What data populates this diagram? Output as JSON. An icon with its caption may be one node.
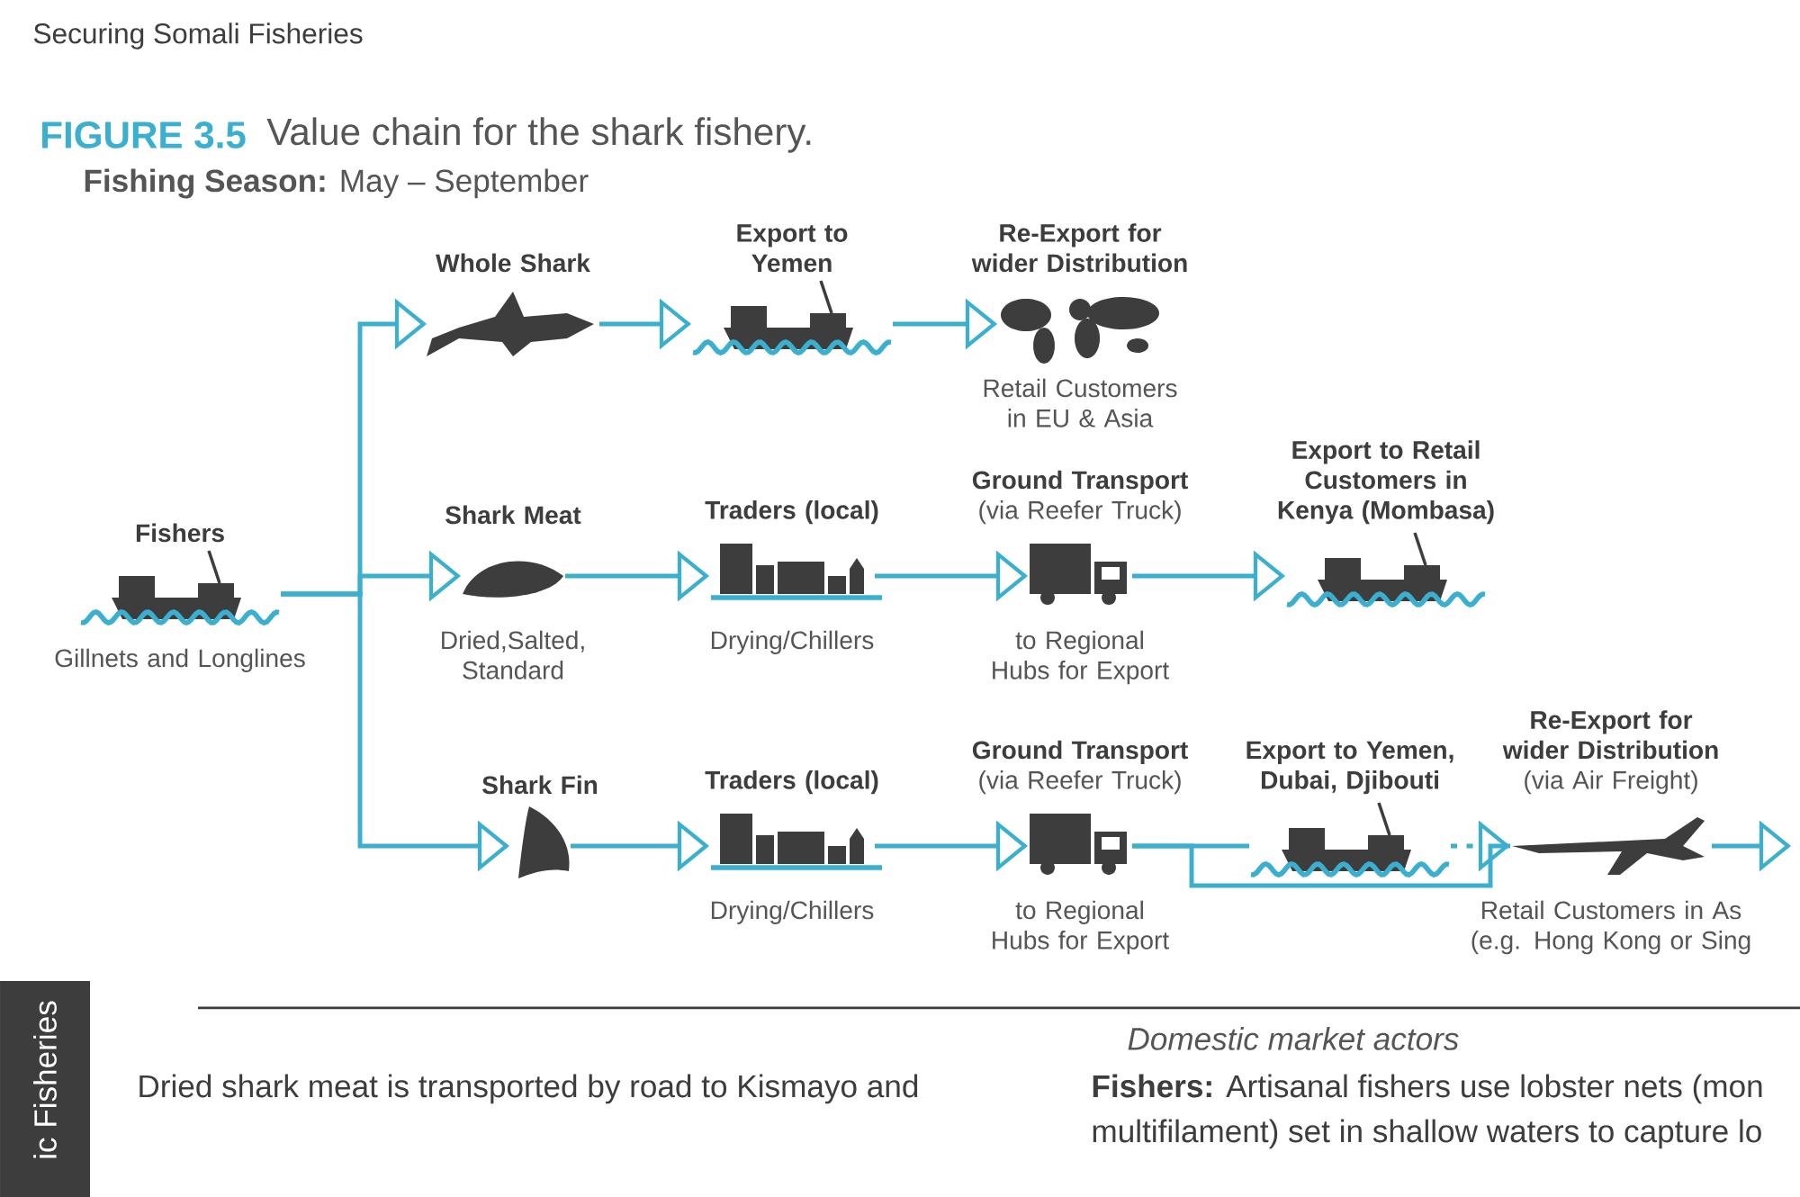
{
  "diagram": {
    "title": "Value chain for the shark fishery.",
    "nodes": [
      {
        "text": [
          "Fishers"
        ],
        "beside": [
          "Gillnets and Longlines"
        ]
      },
      {
        "text": [
          "Whole Shark"
        ]
      },
      {
        "text": [
          "Export to Yemen"
        ]
      },
      {
        "text": [
          "Re-Export for wider Distribution"
        ],
        "beside": [
          "Retail Customers in EU & Asia"
        ]
      },
      {
        "text": [
          "Shark Meat"
        ],
        "beside": [
          "Dried,Salted, Standard"
        ]
      },
      {
        "text": [
          "Traders (local)"
        ],
        "beside": [
          "Drying/Chillers"
        ]
      },
      {
        "text": [
          "Ground Transport",
          "(via Reefer Truck)"
        ],
        "beside": [
          "to Regional Hubs for Export"
        ]
      },
      {
        "text": [
          "Export to Retail Customers in Kenya (Mombasa)"
        ]
      },
      {
        "text": [
          "Shark Fin"
        ]
      },
      {
        "text": [
          "Traders (local)"
        ],
        "beside": [
          "Drying/Chillers"
        ]
      },
      {
        "text": [
          "Ground Transport",
          "(via Reefer Truck)"
        ],
        "beside": [
          "to Regional Hubs for Export"
        ]
      },
      {
        "text": [
          "Export to Yemen, Dubai, Djibouti"
        ]
      },
      {
        "text": [
          "Re-Export for wider Distribution",
          "(via Air Freight)"
        ],
        "beside": [
          "Retail Customers in As",
          "(e.g. Hong Kong or Sing"
        ]
      }
    ],
    "edges": [
      {
        "from": 0,
        "to": 1,
        "arrow": "to"
      },
      {
        "from": 0,
        "to": 4,
        "arrow": "to"
      },
      {
        "from": 0,
        "to": 8,
        "arrow": "to"
      },
      {
        "from": 1,
        "to": 2,
        "arrow": "to"
      },
      {
        "from": 2,
        "to": 3,
        "arrow": "to"
      },
      {
        "from": 4,
        "to": 5,
        "arrow": "to"
      },
      {
        "from": 5,
        "to": 6,
        "arrow": "to"
      },
      {
        "from": 6,
        "to": 7,
        "arrow": "to"
      },
      {
        "from": 8,
        "to": 9,
        "arrow": "to"
      },
      {
        "from": 9,
        "to": 10,
        "arrow": "to"
      },
      {
        "from": 10,
        "to": 11,
        "arrow": "none"
      },
      {
        "from": 10,
        "to": 12,
        "arrow": "none"
      },
      {
        "from": 11,
        "to": 12,
        "arrow": "to",
        "style": "dashed"
      },
      {
        "from": 12,
        "to": null,
        "arrow": "to"
      }
    ],
    "labels": [
      "Securing Somali Fisheries",
      "FIGURE 3.5",
      "**Fishing Season:** May – September",
      "ic Fisheries",
      "Domestic market actors",
      "Dried shark meat is transported by road to Kismayo and",
      "**Fishers:** Artisanal fishers use lobster nets (mon",
      "multifilament) set in shallow waters to capture lo"
    ]
  }
}
